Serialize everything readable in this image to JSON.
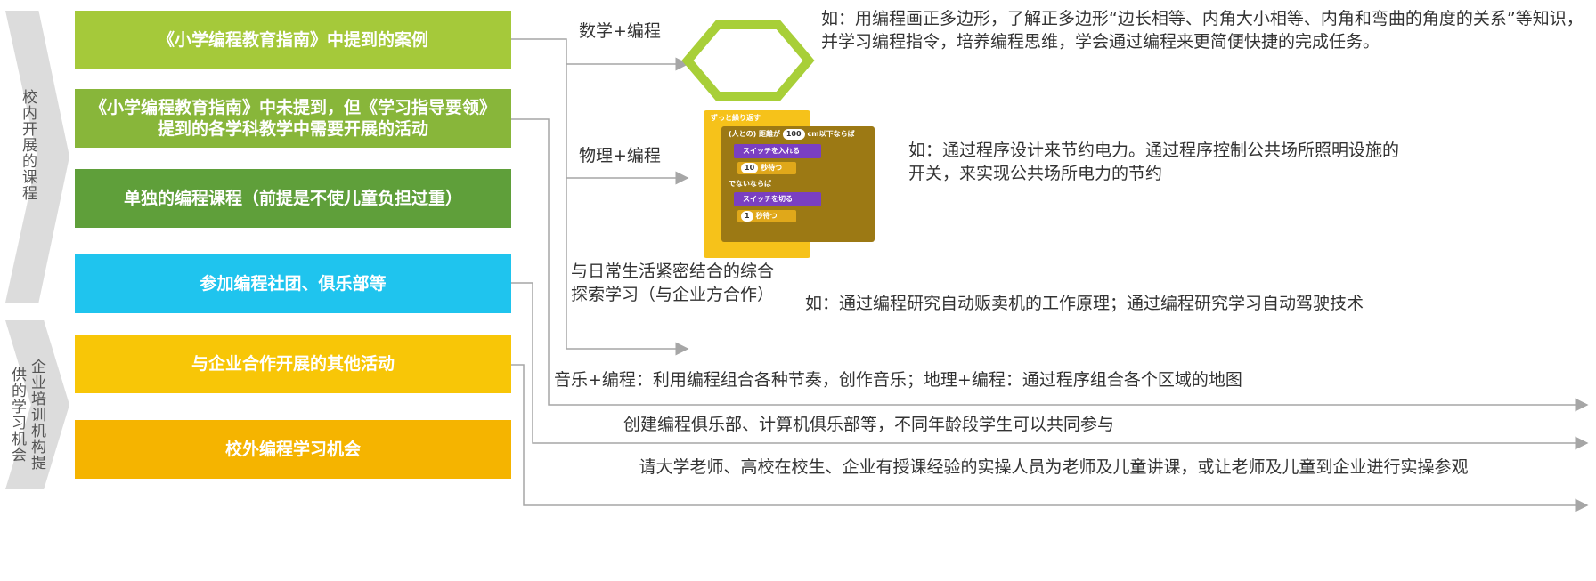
{
  "left_labels": {
    "in_school": "校内开展的课程",
    "enterprise": "企业培训机构提供的学习机会"
  },
  "boxes": [
    {
      "text": "《小学编程教育指南》中提到的案例",
      "color": "#a5c93a"
    },
    {
      "text": "《小学编程教育指南》中未提到，但《学习指导要领》提到的各学科教学中需要开展的活动",
      "color": "#88b63a"
    },
    {
      "text": "单独的编程课程（前提是不使儿童负担过重）",
      "color": "#5f9f3a"
    },
    {
      "text": "参加编程社团、俱乐部等",
      "color": "#1fc4ee"
    },
    {
      "text": "与企业合作开展的其他活动",
      "color": "#f8c607"
    },
    {
      "text": "校外编程学习机会",
      "color": "#f5b400"
    }
  ],
  "branches": {
    "math": "数学+编程",
    "physics": "物理+编程",
    "daily_life": "与日常生活紧密结合的综合探索学习（与企业方合作）"
  },
  "descriptions": {
    "math": "如：用编程画正多边形，了解正多边形“边长相等、内角大小相等、内角和弯曲的角度的关系”等知识，并学习编程指令，培养编程思维，学会通过编程来更简便快捷的完成任务。",
    "physics": "如：通过程序设计来节约电力。通过程序控制公共场所照明设施的开关，来实现公共场所电力的节约",
    "daily_life": "如：通过编程研究自动贩卖机的工作原理；通过编程研究学习自动驾驶技术",
    "music_geo": "音乐+编程：利用编程组合各种节奏，创作音乐；地理+编程：通过程序组合各个区域的地图",
    "club": "创建编程俱乐部、计算机俱乐部等，不同年龄段学生可以共同参与",
    "enterprise": "请大学老师、高校在校生、企业有授课经验的实操人员为老师及儿童讲课，或让老师及儿童到企业进行实操参观"
  },
  "scratch": {
    "forever": "ずっと繰り返す",
    "if_prefix": "(人との) 距離が",
    "if_value": "100",
    "if_suffix": "cm以下ならば",
    "switch_on": "スイッチを入れる",
    "wait1_value": "10",
    "wait_label": "秒待つ",
    "else": "でないならば",
    "switch_off": "スイッチを切る",
    "wait2_value": "1"
  }
}
